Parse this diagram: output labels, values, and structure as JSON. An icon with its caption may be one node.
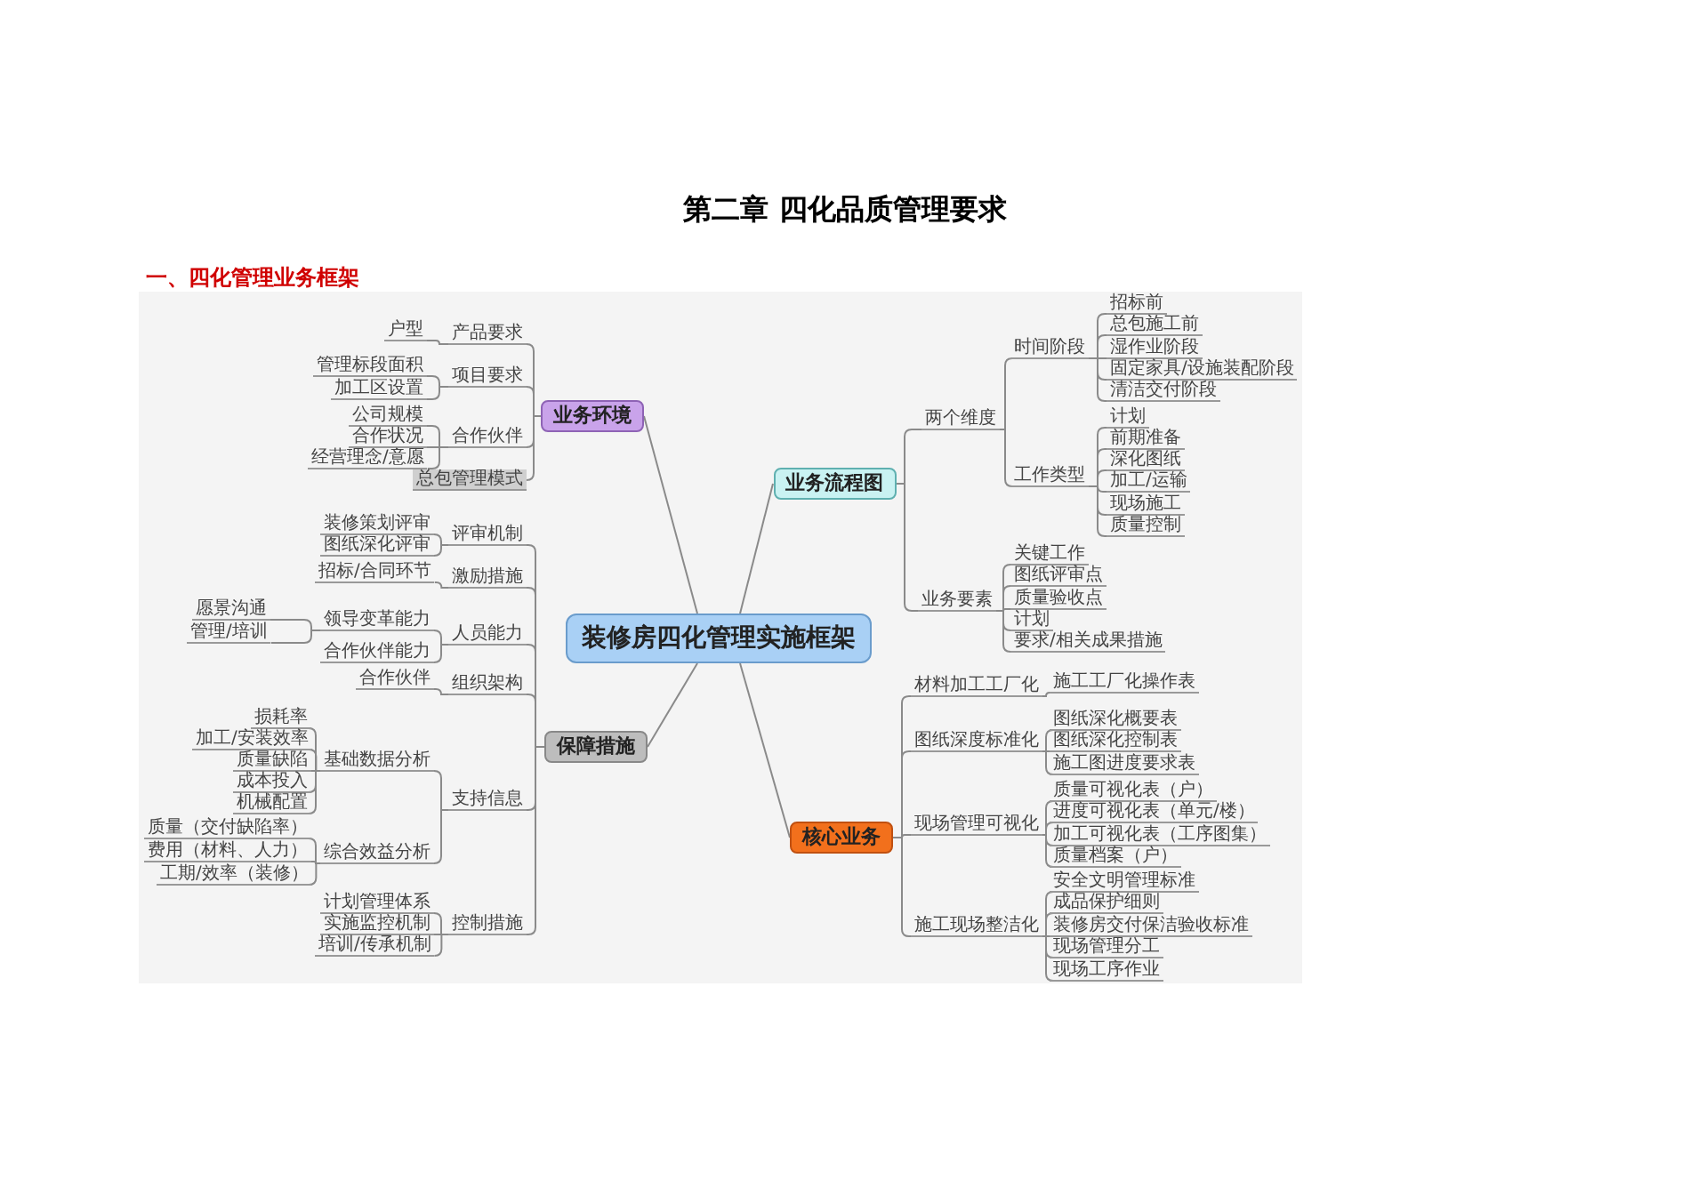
{
  "diagram": {
    "title": "第二章 四化品质管理要求",
    "nodes": [
      {
        "text": [
          "装修房四化管理实施框架"
        ]
      },
      {
        "text": [
          "业务环境"
        ]
      },
      {
        "text": [
          "产品要求"
        ]
      },
      {
        "text": [
          "户型"
        ]
      },
      {
        "text": [
          "项目要求"
        ]
      },
      {
        "text": [
          "管理标段面积"
        ]
      },
      {
        "text": [
          "加工区设置"
        ]
      },
      {
        "text": [
          "合作伙伴"
        ]
      },
      {
        "text": [
          "公司规模"
        ]
      },
      {
        "text": [
          "合作状况"
        ]
      },
      {
        "text": [
          "经营理念/意愿"
        ]
      },
      {
        "text": [
          "总包管理模式"
        ]
      },
      {
        "text": [
          "保障措施"
        ]
      },
      {
        "text": [
          "评审机制"
        ]
      },
      {
        "text": [
          "装修策划评审"
        ]
      },
      {
        "text": [
          "图纸深化评审"
        ]
      },
      {
        "text": [
          "激励措施"
        ]
      },
      {
        "text": [
          "招标/合同环节"
        ]
      },
      {
        "text": [
          "人员能力"
        ]
      },
      {
        "text": [
          "领导变革能力"
        ]
      },
      {
        "text": [
          "愿景沟通"
        ]
      },
      {
        "text": [
          "管理/培训"
        ]
      },
      {
        "text": [
          "合作伙伴能力"
        ]
      },
      {
        "text": [
          "组织架构"
        ]
      },
      {
        "text": [
          "合作伙伴"
        ]
      },
      {
        "text": [
          "支持信息"
        ]
      },
      {
        "text": [
          "基础数据分析"
        ]
      },
      {
        "text": [
          "损耗率"
        ]
      },
      {
        "text": [
          "加工/安装效率"
        ]
      },
      {
        "text": [
          "质量缺陷"
        ]
      },
      {
        "text": [
          "成本投入"
        ]
      },
      {
        "text": [
          "机械配置"
        ]
      },
      {
        "text": [
          "综合效益分析"
        ]
      },
      {
        "text": [
          "质量（交付缺陷率）"
        ]
      },
      {
        "text": [
          "费用（材料、人力）"
        ]
      },
      {
        "text": [
          "工期/效率（装修）"
        ]
      },
      {
        "text": [
          "控制措施"
        ]
      },
      {
        "text": [
          "计划管理体系"
        ]
      },
      {
        "text": [
          "实施监控机制"
        ]
      },
      {
        "text": [
          "培训/传承机制"
        ]
      },
      {
        "text": [
          "业务流程图"
        ]
      },
      {
        "text": [
          "两个维度"
        ]
      },
      {
        "text": [
          "时间阶段"
        ]
      },
      {
        "text": [
          "招标前"
        ]
      },
      {
        "text": [
          "总包施工前"
        ]
      },
      {
        "text": [
          "湿作业阶段"
        ]
      },
      {
        "text": [
          "固定家具/设施装配阶段"
        ]
      },
      {
        "text": [
          "清洁交付阶段"
        ]
      },
      {
        "text": [
          "工作类型"
        ]
      },
      {
        "text": [
          "计划"
        ]
      },
      {
        "text": [
          "前期准备"
        ]
      },
      {
        "text": [
          "深化图纸"
        ]
      },
      {
        "text": [
          "加工/运输"
        ]
      },
      {
        "text": [
          "现场施工"
        ]
      },
      {
        "text": [
          "质量控制"
        ]
      },
      {
        "text": [
          "业务要素"
        ]
      },
      {
        "text": [
          "关键工作"
        ]
      },
      {
        "text": [
          "图纸评审点"
        ]
      },
      {
        "text": [
          "质量验收点"
        ]
      },
      {
        "text": [
          "计划"
        ]
      },
      {
        "text": [
          "要求/相关成果措施"
        ]
      },
      {
        "text": [
          "核心业务"
        ]
      },
      {
        "text": [
          "材料加工工厂化"
        ]
      },
      {
        "text": [
          "施工工厂化操作表"
        ]
      },
      {
        "text": [
          "图纸深度标准化"
        ]
      },
      {
        "text": [
          "图纸深化概要表"
        ]
      },
      {
        "text": [
          "图纸深化控制表"
        ]
      },
      {
        "text": [
          "施工图进度要求表"
        ]
      },
      {
        "text": [
          "现场管理可视化"
        ]
      },
      {
        "text": [
          "质量可视化表（户）"
        ]
      },
      {
        "text": [
          "进度可视化表（单元/楼）"
        ]
      },
      {
        "text": [
          "加工可视化表（工序图集）"
        ]
      },
      {
        "text": [
          "质量档案（户）"
        ]
      },
      {
        "text": [
          "施工现场整洁化"
        ]
      },
      {
        "text": [
          "安全文明管理标准"
        ]
      },
      {
        "text": [
          "成品保护细则"
        ]
      },
      {
        "text": [
          "装修房交付保洁验收标准"
        ]
      },
      {
        "text": [
          "现场管理分工"
        ]
      },
      {
        "text": [
          "现场工序作业"
        ]
      }
    ],
    "edges": [
      {
        "from": 0,
        "to": 1,
        "arrow": "none"
      },
      {
        "from": 0,
        "to": 12,
        "arrow": "none"
      },
      {
        "from": 0,
        "to": 40,
        "arrow": "none"
      },
      {
        "from": 0,
        "to": 61,
        "arrow": "none"
      },
      {
        "from": 1,
        "to": 2,
        "arrow": "none"
      },
      {
        "from": 2,
        "to": 3,
        "arrow": "none"
      },
      {
        "from": 1,
        "to": 4,
        "arrow": "none"
      },
      {
        "from": 4,
        "to": 5,
        "arrow": "none"
      },
      {
        "from": 4,
        "to": 6,
        "arrow": "none"
      },
      {
        "from": 1,
        "to": 7,
        "arrow": "none"
      },
      {
        "from": 7,
        "to": 8,
        "arrow": "none"
      },
      {
        "from": 7,
        "to": 9,
        "arrow": "none"
      },
      {
        "from": 7,
        "to": 10,
        "arrow": "none"
      },
      {
        "from": 1,
        "to": 11,
        "arrow": "none"
      },
      {
        "from": 12,
        "to": 13,
        "arrow": "none"
      },
      {
        "from": 13,
        "to": 14,
        "arrow": "none"
      },
      {
        "from": 13,
        "to": 15,
        "arrow": "none"
      },
      {
        "from": 12,
        "to": 16,
        "arrow": "none"
      },
      {
        "from": 16,
        "to": 17,
        "arrow": "none"
      },
      {
        "from": 12,
        "to": 18,
        "arrow": "none"
      },
      {
        "from": 18,
        "to": 19,
        "arrow": "none"
      },
      {
        "from": 19,
        "to": 20,
        "arrow": "none"
      },
      {
        "from": 19,
        "to": 21,
        "arrow": "none"
      },
      {
        "from": 18,
        "to": 22,
        "arrow": "none"
      },
      {
        "from": 12,
        "to": 23,
        "arrow": "none"
      },
      {
        "from": 23,
        "to": 24,
        "arrow": "none"
      },
      {
        "from": 12,
        "to": 25,
        "arrow": "none"
      },
      {
        "from": 25,
        "to": 26,
        "arrow": "none"
      },
      {
        "from": 26,
        "to": 27,
        "arrow": "none"
      },
      {
        "from": 26,
        "to": 28,
        "arrow": "none"
      },
      {
        "from": 26,
        "to": 29,
        "arrow": "none"
      },
      {
        "from": 26,
        "to": 30,
        "arrow": "none"
      },
      {
        "from": 26,
        "to": 31,
        "arrow": "none"
      },
      {
        "from": 25,
        "to": 32,
        "arrow": "none"
      },
      {
        "from": 32,
        "to": 33,
        "arrow": "none"
      },
      {
        "from": 32,
        "to": 34,
        "arrow": "none"
      },
      {
        "from": 32,
        "to": 35,
        "arrow": "none"
      },
      {
        "from": 12,
        "to": 36,
        "arrow": "none"
      },
      {
        "from": 36,
        "to": 37,
        "arrow": "none"
      },
      {
        "from": 36,
        "to": 38,
        "arrow": "none"
      },
      {
        "from": 36,
        "to": 39,
        "arrow": "none"
      },
      {
        "from": 40,
        "to": 41,
        "arrow": "none"
      },
      {
        "from": 41,
        "to": 42,
        "arrow": "none"
      },
      {
        "from": 42,
        "to": 43,
        "arrow": "none"
      },
      {
        "from": 42,
        "to": 44,
        "arrow": "none"
      },
      {
        "from": 42,
        "to": 45,
        "arrow": "none"
      },
      {
        "from": 42,
        "to": 46,
        "arrow": "none"
      },
      {
        "from": 42,
        "to": 47,
        "arrow": "none"
      },
      {
        "from": 41,
        "to": 48,
        "arrow": "none"
      },
      {
        "from": 48,
        "to": 49,
        "arrow": "none"
      },
      {
        "from": 48,
        "to": 50,
        "arrow": "none"
      },
      {
        "from": 48,
        "to": 51,
        "arrow": "none"
      },
      {
        "from": 48,
        "to": 52,
        "arrow": "none"
      },
      {
        "from": 48,
        "to": 53,
        "arrow": "none"
      },
      {
        "from": 48,
        "to": 54,
        "arrow": "none"
      },
      {
        "from": 40,
        "to": 55,
        "arrow": "none"
      },
      {
        "from": 55,
        "to": 56,
        "arrow": "none"
      },
      {
        "from": 55,
        "to": 57,
        "arrow": "none"
      },
      {
        "from": 55,
        "to": 58,
        "arrow": "none"
      },
      {
        "from": 55,
        "to": 59,
        "arrow": "none"
      },
      {
        "from": 55,
        "to": 60,
        "arrow": "none"
      },
      {
        "from": 61,
        "to": 62,
        "arrow": "none"
      },
      {
        "from": 62,
        "to": 63,
        "arrow": "none"
      },
      {
        "from": 61,
        "to": 64,
        "arrow": "none"
      },
      {
        "from": 64,
        "to": 65,
        "arrow": "none"
      },
      {
        "from": 64,
        "to": 66,
        "arrow": "none"
      },
      {
        "from": 64,
        "to": 67,
        "arrow": "none"
      },
      {
        "from": 61,
        "to": 68,
        "arrow": "none"
      },
      {
        "from": 68,
        "to": 69,
        "arrow": "none"
      },
      {
        "from": 68,
        "to": 70,
        "arrow": "none"
      },
      {
        "from": 68,
        "to": 71,
        "arrow": "none"
      },
      {
        "from": 68,
        "to": 72,
        "arrow": "none"
      },
      {
        "from": 61,
        "to": 73,
        "arrow": "none"
      },
      {
        "from": 73,
        "to": 74,
        "arrow": "none"
      },
      {
        "from": 73,
        "to": 75,
        "arrow": "none"
      },
      {
        "from": 73,
        "to": 76,
        "arrow": "none"
      },
      {
        "from": 73,
        "to": 77,
        "arrow": "none"
      },
      {
        "from": 73,
        "to": 78,
        "arrow": "none"
      }
    ],
    "labels": [
      "一、四化管理业务框架"
    ]
  }
}
